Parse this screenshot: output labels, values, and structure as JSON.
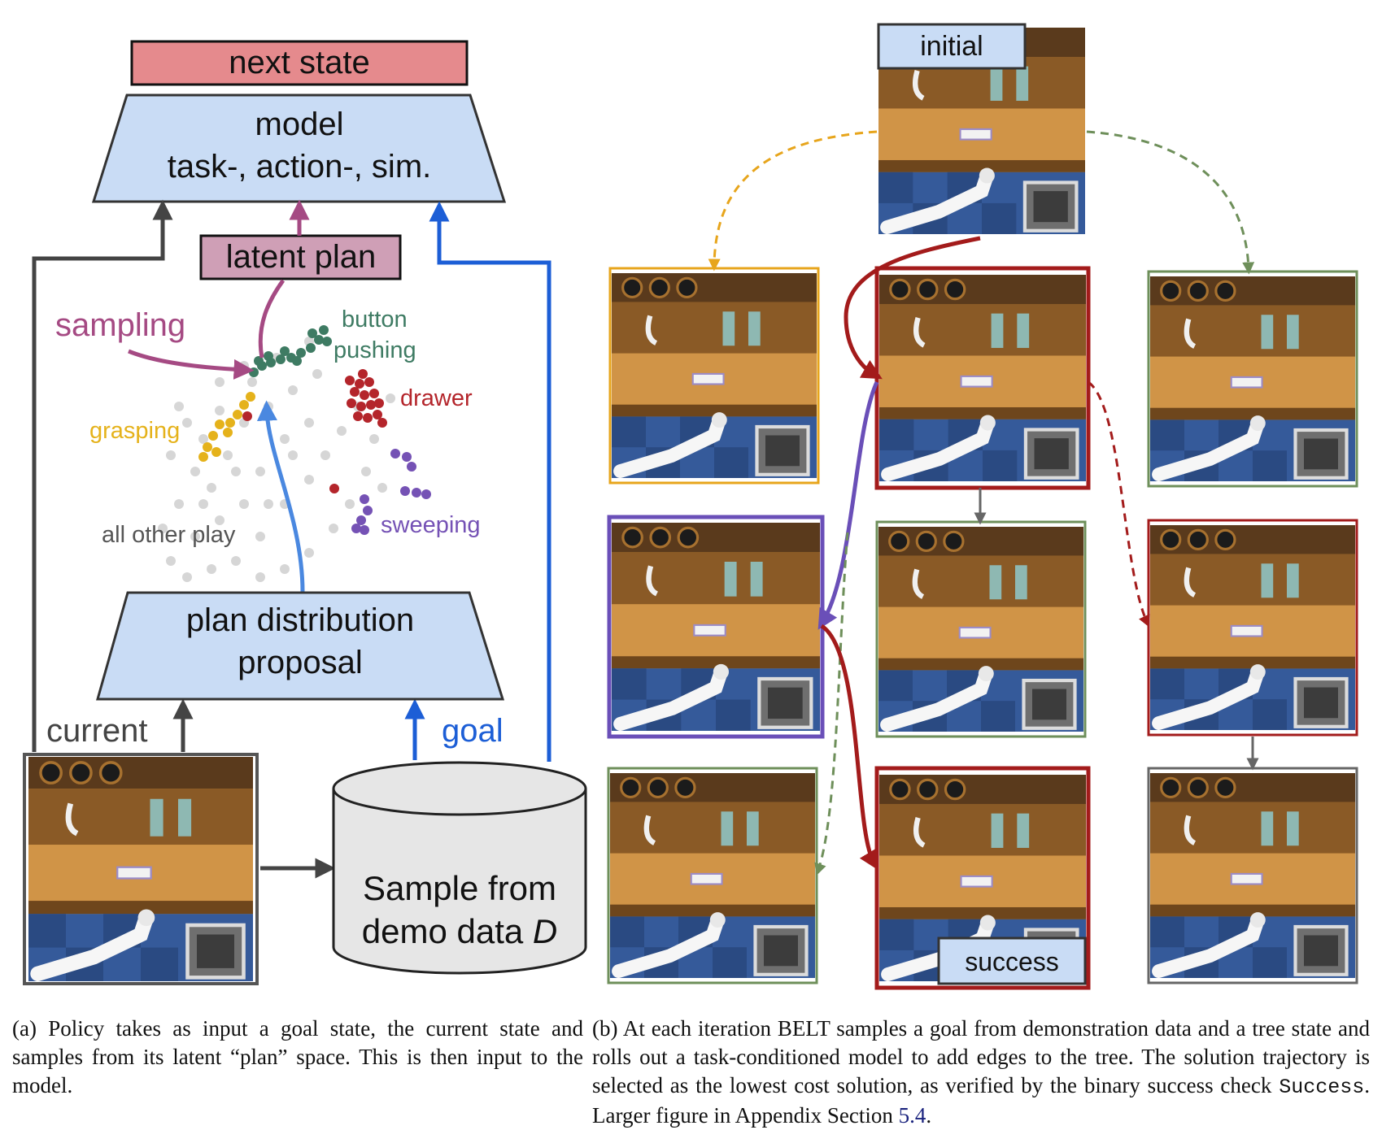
{
  "colors": {
    "box_blue": "#c9dcf5",
    "box_red": "#e58a8d",
    "box_pink": "#cf9fb6",
    "arrow_dark": "#444444",
    "arrow_blue": "#1c5ed6",
    "arrow_light_blue": "#4a88e0",
    "arrow_magenta": "#a54a83",
    "cluster_button": "#3e7b63",
    "cluster_drawer": "#b4252b",
    "cluster_grasping": "#e5b21b",
    "cluster_sweeping": "#7552b5",
    "cluster_other": "#c9c9c9",
    "path_red": "#a31b1b",
    "path_purple": "#6a4fb8",
    "path_green": "#6e8f5a",
    "path_yellow": "#e7a51c",
    "wood": "#c98a3c",
    "floor_blue": "#355a9a"
  },
  "left_panel": {
    "next_state": "next state",
    "model_line1": "model",
    "model_line2": "task-, action-, sim.",
    "latent_plan": "latent plan",
    "sampling": "sampling",
    "button_pushing_1": "button",
    "button_pushing_2": "pushing",
    "drawer": "drawer",
    "grasping": "grasping",
    "sweeping": "sweeping",
    "all_other_play": "all other play",
    "plan_line1": "plan distribution",
    "plan_line2": "proposal",
    "current": "current",
    "goal": "goal",
    "sample_line1": "Sample from",
    "sample_line2": "demo data ",
    "sample_var": "D"
  },
  "right_panel": {
    "initial": "initial",
    "success": "success"
  },
  "captions": {
    "a": "(a) Policy takes as input a goal state, the current state and samples from its latent “plan” space. This is then input to the model.",
    "b_part1": "(b) At each iteration BELT samples a goal from demonstration data and a tree state and rolls out a task-conditioned model to add edges to the tree. The solution trajectory is selected as the lowest cost solution, as verified by the binary success check ",
    "b_code": "Success",
    "b_part2": ". Larger figure in Appendix Section ",
    "b_ref": "5.4",
    "b_end": "."
  }
}
